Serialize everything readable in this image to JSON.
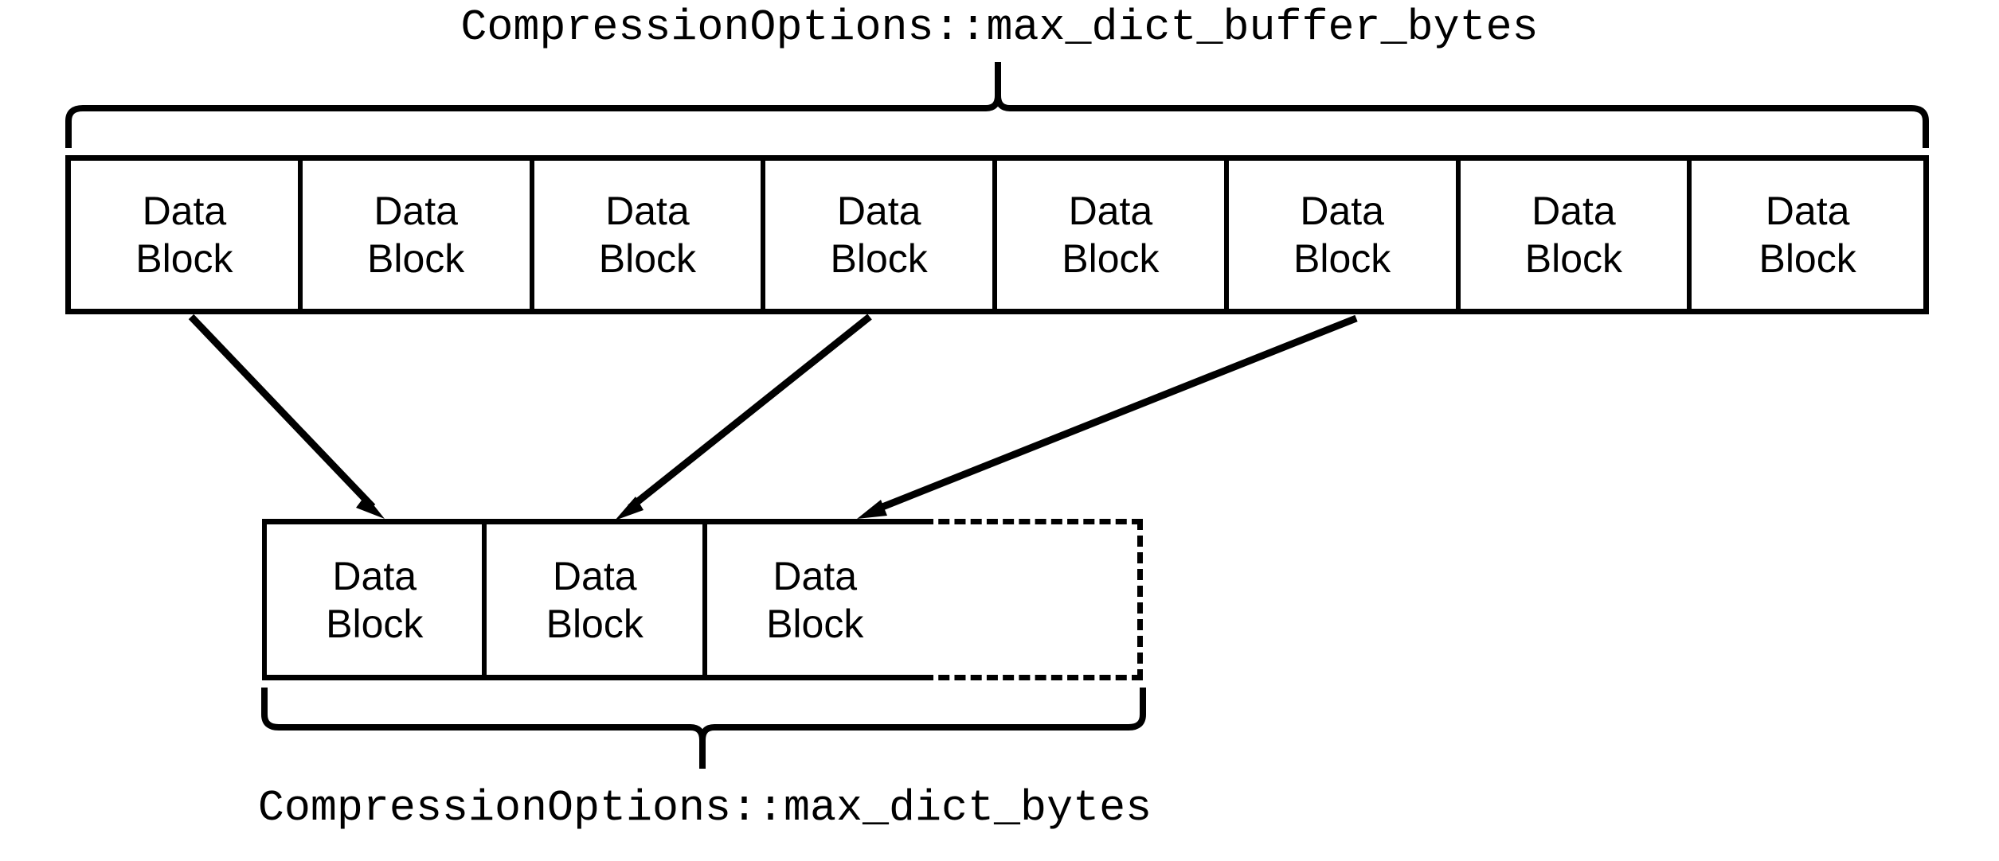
{
  "diagram": {
    "top_label": "CompressionOptions::max_dict_buffer_bytes",
    "bottom_label": "CompressionOptions::max_dict_bytes",
    "top_row": {
      "block_label_line1": "Data",
      "block_label_line2": "Block",
      "blocks": [
        {
          "line1": "Data",
          "line2": "Block"
        },
        {
          "line1": "Data",
          "line2": "Block"
        },
        {
          "line1": "Data",
          "line2": "Block"
        },
        {
          "line1": "Data",
          "line2": "Block"
        },
        {
          "line1": "Data",
          "line2": "Block"
        },
        {
          "line1": "Data",
          "line2": "Block"
        },
        {
          "line1": "Data",
          "line2": "Block"
        },
        {
          "line1": "Data",
          "line2": "Block"
        }
      ]
    },
    "bottom_row": {
      "blocks": [
        {
          "line1": "Data",
          "line2": "Block"
        },
        {
          "line1": "Data",
          "line2": "Block"
        },
        {
          "line1": "Data",
          "line2": "Block"
        }
      ],
      "empty_slot": {
        "line1": "",
        "line2": ""
      }
    },
    "colors": {
      "stroke": "#000000",
      "background": "#ffffff",
      "text": "#000000"
    },
    "arrows": [
      {
        "name": "arrow-block1-to-dict1"
      },
      {
        "name": "arrow-block4-to-dict2"
      },
      {
        "name": "arrow-block6-to-dict3"
      }
    ],
    "braces": {
      "top": {
        "name": "top-brace"
      },
      "bottom": {
        "name": "bottom-brace"
      }
    }
  }
}
